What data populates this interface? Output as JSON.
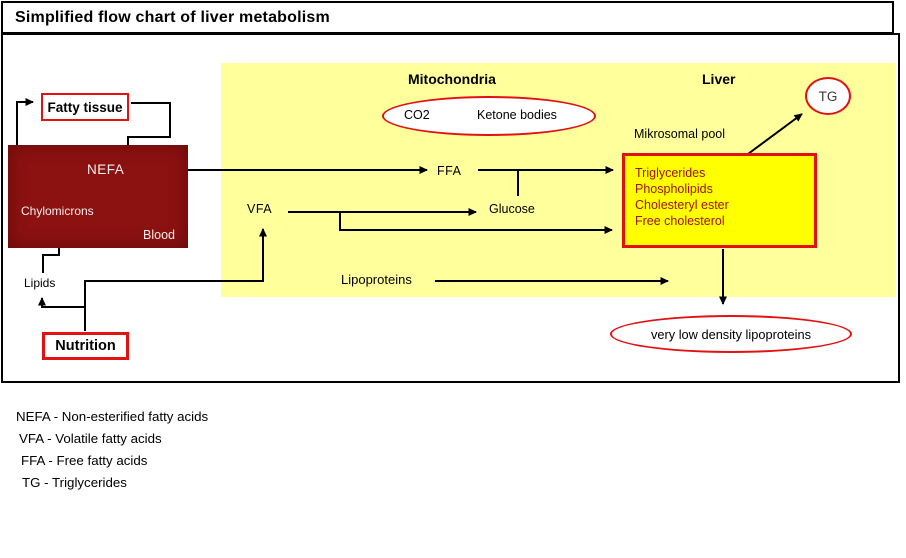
{
  "title": "Simplified flow chart of liver metabolism",
  "regions": {
    "mitochondria": "Mitochondria",
    "liver": "Liver"
  },
  "nodes": {
    "fatty_tissue": "Fatty tissue",
    "nutrition": "Nutrition",
    "blood_box": {
      "nefa": "NEFA",
      "chylomicrons": "Chylomicrons",
      "blood": "Blood"
    },
    "lipids": "Lipids",
    "co2": "CO2",
    "ketone_bodies": "Ketone bodies",
    "tg": "TG",
    "mikrosomal_pool": "Mikrosomal pool",
    "mikrosomal_items": [
      "Triglycerides",
      "Phospholipids",
      "Cholesteryl ester",
      "Free cholesterol"
    ],
    "ffa": "FFA",
    "vfa": "VFA",
    "glucose": "Glucose",
    "lipoproteins": "Lipoproteins",
    "vldl": "very low density lipoproteins"
  },
  "legend": [
    "NEFA - Non-esterified fatty acids",
    "VFA - Volatile fatty acids",
    "FFA - Free fatty acids",
    "TG - Triglycerides"
  ],
  "colors": {
    "red": "#e21212",
    "darkred": "#8c1111",
    "yellow": "#ffff00",
    "paleyellow": "#ffff9b",
    "redtext": "#a01313"
  }
}
